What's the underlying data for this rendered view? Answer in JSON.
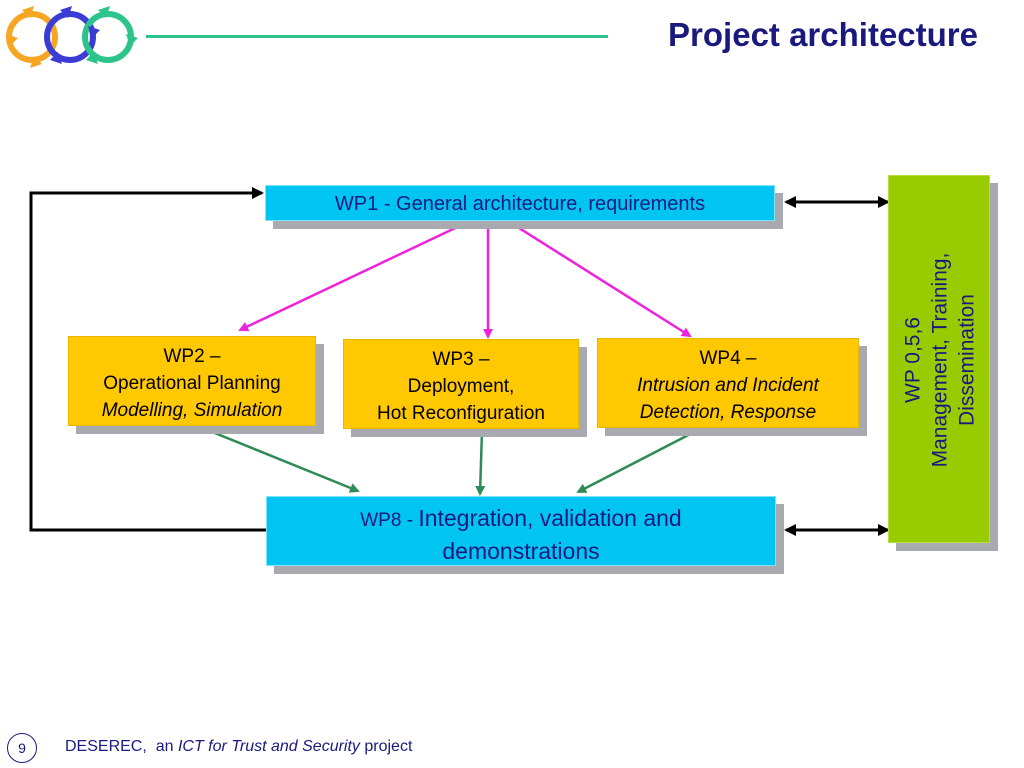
{
  "header": {
    "title": "Project architecture"
  },
  "boxes": {
    "wp1": {
      "text": "WP1 - General architecture, requirements"
    },
    "wp2": {
      "line1": "WP2 –",
      "line2": "Operational Planning",
      "line3": "Modelling, Simulation"
    },
    "wp3": {
      "line1": "WP3 –",
      "line2": "Deployment,",
      "line3": "Hot Reconfiguration"
    },
    "wp4": {
      "line1": "WP4 –",
      "line2": "Intrusion and Incident",
      "line3": "Detection, Response"
    },
    "wp8": {
      "prefix": "WP8 - ",
      "line1": "Integration, validation and",
      "line2": "demonstrations"
    },
    "wp056": {
      "line1": "WP 0,5,6",
      "line2": "Management, Training,",
      "line3": "Dissemination"
    }
  },
  "footer": {
    "page_number": "9",
    "project": "DESEREC,",
    "an": "an",
    "program": "ICT for Trust and Security",
    "suffix": "project"
  },
  "colors": {
    "title": "#1a1a7e",
    "cyan_box": "#00c4f2",
    "yellow_box": "#ffc800",
    "green_box": "#99cc00",
    "magenta_arrows": "#ee22dd",
    "green_arrows": "#2e8b57",
    "header_line": "#2cc48a"
  }
}
